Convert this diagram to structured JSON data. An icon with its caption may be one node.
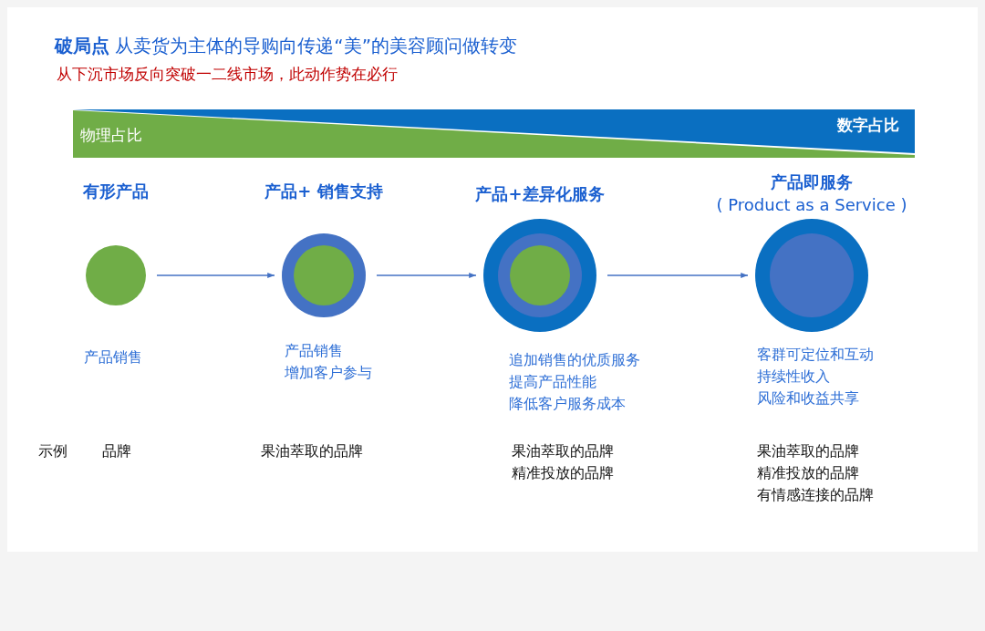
{
  "diagram": {
    "title": "**破局点** 从卖货为主体的导购向传递“美”的美容顾问做转变",
    "nodes": [
      {
        "text": [
          "有形产品"
        ],
        "beside": [
          "产品销售"
        ]
      },
      {
        "text": [
          "产品+ 销售支持"
        ],
        "beside": [
          "产品销售",
          "增加客户参与"
        ]
      },
      {
        "text": [
          "产品+差异化服务"
        ],
        "beside": [
          "追加销售的优质服务",
          "提高产品性能",
          "降低客户服务成本"
        ]
      },
      {
        "text": [
          "产品即服务",
          "( Product as a Service )"
        ],
        "beside": [
          "客群可定位和互动",
          "持续性收入",
          "风险和收益共享"
        ]
      }
    ],
    "edges": [
      {
        "from": 0,
        "to": 1,
        "arrow": "to"
      },
      {
        "from": 1,
        "to": 2,
        "arrow": "to"
      },
      {
        "from": 2,
        "to": 3,
        "arrow": "to"
      }
    ],
    "labels": [
      "从下沉市场反向突破一二线市场，此动作势在必行",
      "物理占比",
      "数字占比",
      "示例",
      "品牌",
      "果油萃取的品牌",
      "果油萃取的品牌",
      "精准投放的品牌",
      "果油萃取的品牌",
      "精准投放的品牌",
      "有情感连接的品牌"
    ]
  }
}
